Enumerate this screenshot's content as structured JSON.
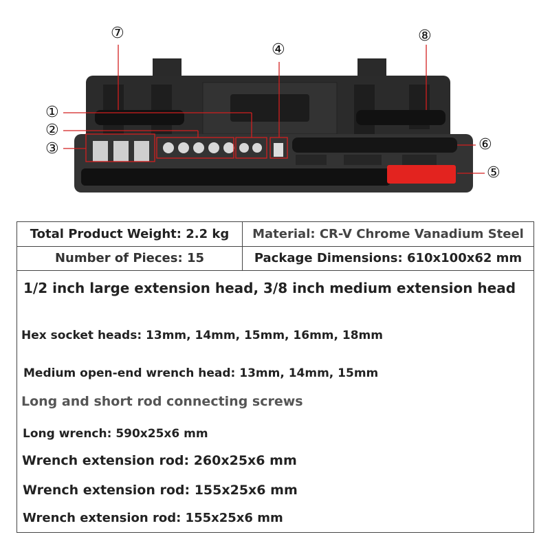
{
  "product_image": {
    "callouts": [
      "⑦",
      "⑧",
      "④",
      "①",
      "②",
      "③",
      "⑥",
      "⑤"
    ],
    "accent_color": "#e3231f"
  },
  "specs": {
    "weight": "Total Product Weight: 2.2 kg",
    "material": "Material: CR-V Chrome Vanadium Steel",
    "pieces": "Number of Pieces: 15",
    "dimensions": "Package Dimensions: 610x100x62 mm",
    "lines": [
      "1/2 inch large extension head, 3/8 inch medium extension head",
      "Hex socket heads: 13mm, 14mm, 15mm, 16mm, 18mm",
      "Medium open-end wrench head: 13mm, 14mm, 15mm",
      "Long and short rod connecting screws",
      "Long wrench: 590x25x6 mm",
      "Wrench extension rod: 260x25x6 mm",
      "Wrench extension rod: 155x25x6 mm",
      "Wrench extension rod: 155x25x6 mm"
    ]
  }
}
